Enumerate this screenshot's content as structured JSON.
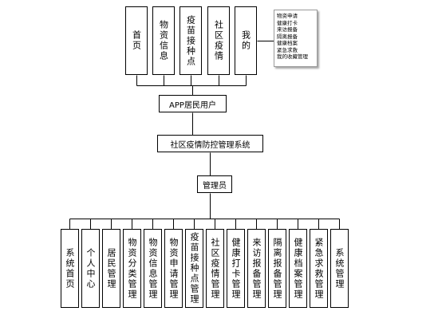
{
  "app_modules": [
    "首页",
    "物资信息",
    "疫苗接种点",
    "社区疫情",
    "我的"
  ],
  "my_submenu": [
    "物资申请",
    "健康打卡",
    "来访报备",
    "隔离报备",
    "健康档案",
    "紧急求救",
    "我的收藏管理"
  ],
  "app_user": "APP居民用户",
  "system": "社区疫情防控管理系统",
  "admin": "管理员",
  "admin_modules": [
    "系统首页",
    "个人中心",
    "居民管理",
    "物资分类管理",
    "物资信息管理",
    "物资申请管理",
    "疫苗接种点管理",
    "社区疫情管理",
    "健康打卡管理",
    "来访报备管理",
    "隔离报备管理",
    "健康档案管理",
    "紧急求救管理",
    "系统管理"
  ]
}
